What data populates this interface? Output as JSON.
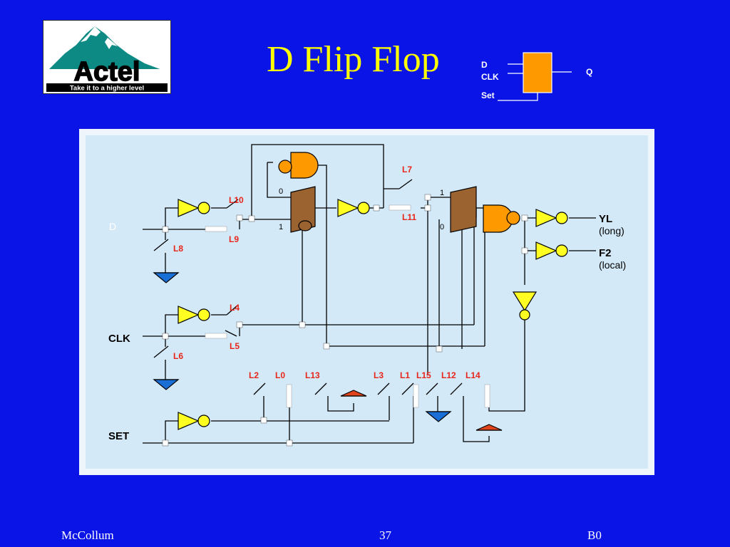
{
  "slide": {
    "title": "D Flip Flop",
    "footer_left": "McCollum",
    "footer_center": "37",
    "footer_right": "B0"
  },
  "logo": {
    "brand": "Actel",
    "tagline": "Take it to a higher level"
  },
  "symbol": {
    "input_d": "D",
    "input_clk": "CLK",
    "input_set": "Set",
    "output_q": "Q"
  },
  "schematic": {
    "signals": {
      "d": "D",
      "clk": "CLK",
      "set": "SET",
      "yl": "YL",
      "yl_sub": "(long)",
      "f2": "F2",
      "f2_sub": "(local)"
    },
    "mux_labels": {
      "mux1_in0": "0",
      "mux1_in1": "1",
      "mux2_in1": "1",
      "mux2_in0": "0"
    },
    "links": {
      "l0": "L0",
      "l1": "L1",
      "l2": "L2",
      "l3": "L3",
      "l4": "L4",
      "l5": "L5",
      "l6": "L6",
      "l7": "L7",
      "l8": "L8",
      "l9": "L9",
      "l10": "L10",
      "l11": "L11",
      "l12": "L12",
      "l13": "L13",
      "l14": "L14",
      "l15": "L15"
    }
  },
  "colors": {
    "background": "#0a14e6",
    "title": "#ffff00",
    "panel_outer": "#eef5fb",
    "panel_inner": "#d4e9f7",
    "buffer": "#ffff22",
    "gate": "#ff9900",
    "mux": "#9a6330",
    "ground": "#1a6fd6",
    "power": "#e0441c",
    "link_label": "#e8251a"
  }
}
